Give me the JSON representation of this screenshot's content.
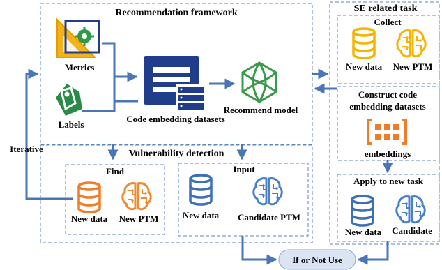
{
  "recommendation_framework": {
    "title": "Recommendation framework",
    "metrics_label": "Metrics",
    "labels_label": "Labels",
    "code_embedding_datasets_label": "Code embedding datasets",
    "recommend_model_label": "Recommend model"
  },
  "iterative_label": "Iterative",
  "vulnerability_detection": {
    "title": "Vulnerability detection",
    "find": {
      "title": "Find",
      "new_data": "New data",
      "new_ptm": "New PTM"
    },
    "input": {
      "title": "Input",
      "new_data": "New data",
      "candidate_ptm": "Candidate PTM"
    }
  },
  "se_related_task": {
    "title": "SE related task",
    "collect": {
      "title": "Collect",
      "new_data": "New data",
      "new_ptm": "New PTM"
    },
    "construct": {
      "title_line1": "Construct code",
      "title_line2": "embedding datasets",
      "embeddings": "embeddings"
    },
    "apply": {
      "title": "Apply to new task",
      "new_data": "New data",
      "candidate": "Candidate"
    }
  },
  "decision": {
    "label": "If or Not Use"
  },
  "colors": {
    "dash_border": "#5b86c5",
    "arrow": "#4a76b8",
    "database_yellow": "#f5b400",
    "database_orange": "#ef7c28",
    "database_blue": "#3c6fb6",
    "brain_orange": "#f08a2a",
    "brain_blue": "#4a80c8",
    "doc_navy": "#1f3d8a",
    "green": "#3a9a4a",
    "decision_fill": "#dbe4f3"
  }
}
